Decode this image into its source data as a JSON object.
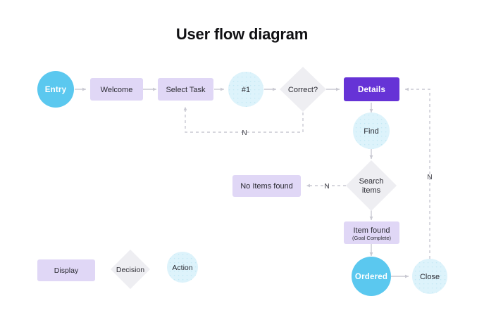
{
  "page": {
    "title": "User flow diagram",
    "background": "#ffffff"
  },
  "colors": {
    "cyan_solid": "#5bc8ef",
    "cyan_pale": "#ddf3fb",
    "purple_light": "#e0d7f6",
    "purple_solid": "#6633d6",
    "gray_diamond": "#eeeef2",
    "edge": "#c9c9d2",
    "text_dark": "#2b2b33",
    "text_white": "#ffffff"
  },
  "nodes": {
    "entry": {
      "label": "Entry",
      "shape": "circle",
      "style": "action-solid"
    },
    "welcome": {
      "label": "Welcome",
      "shape": "rect",
      "style": "display"
    },
    "select_task": {
      "label": "Select Task",
      "shape": "rect",
      "style": "display"
    },
    "step1": {
      "label": "#1",
      "shape": "circle",
      "style": "action"
    },
    "correct": {
      "label": "Correct?",
      "shape": "diamond",
      "style": "decision"
    },
    "details": {
      "label": "Details",
      "shape": "rect",
      "style": "display-solid"
    },
    "find": {
      "label": "Find",
      "shape": "circle",
      "style": "action"
    },
    "search_items": {
      "label_line1": "Search",
      "label_line2": "items",
      "shape": "diamond",
      "style": "decision"
    },
    "no_items": {
      "label": "No Items found",
      "shape": "rect",
      "style": "display"
    },
    "item_found": {
      "label": "Item found",
      "sublabel": "(Goal Complete)",
      "shape": "rect",
      "style": "display"
    },
    "ordered": {
      "label": "Ordered",
      "shape": "circle",
      "style": "action-solid"
    },
    "close": {
      "label": "Close",
      "shape": "circle",
      "style": "action"
    }
  },
  "edge_labels": {
    "correct_no": "N",
    "search_no": "N",
    "close_no": "N"
  },
  "legend": {
    "display": "Display",
    "decision": "Decision",
    "action": "Action"
  }
}
